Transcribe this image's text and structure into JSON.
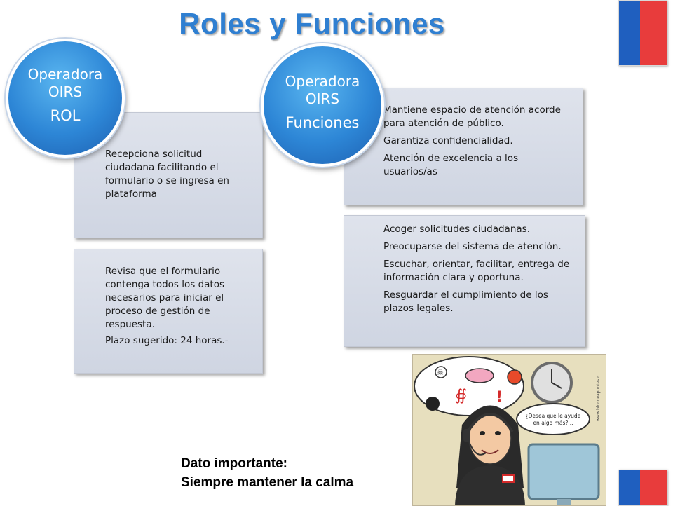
{
  "title": "Roles y Funciones",
  "rol": {
    "circle_line1": "Operadora",
    "circle_line2": "OIRS",
    "circle_line3": "ROL",
    "box1_text": "Recepciona solicitud ciudadana facilitando el formulario o se ingresa en plataforma",
    "box2_text": "Revisa que el formulario contenga todos los datos necesarios para iniciar el proceso de gestión de respuesta.",
    "box2_deadline": "Plazo sugerido: 24 horas.-"
  },
  "funciones": {
    "circle_line1": "Operadora",
    "circle_line2": "OIRS",
    "circle_line3": "Funciones",
    "box1_items": [
      "Mantiene espacio de atención acorde para atención de público.",
      "Garantiza confidencialidad.",
      "Atención de excelencia a los usuarios/as"
    ],
    "box2_items": [
      "Acoger solicitudes ciudadanas.",
      "Preocuparse del sistema de atención.",
      "Escuchar, orientar, facilitar, entrega de información clara y oportuna.",
      "Resguardar el cumplimiento de los plazos legales."
    ]
  },
  "illustration": {
    "speech_bubble_line1": "¿Desea que le ayude",
    "speech_bubble_line2": "en algo más?...",
    "side_text": "www.blocdeapuntes.c"
  },
  "note": {
    "line1": "Dato importante:",
    "line2": "Siempre mantener la calma"
  },
  "colors": {
    "title_blue": "#2f7fd1",
    "circle_blue": "#2d86d6",
    "box_bg": "#d7dce7",
    "flag_blue": "#1f5fbf",
    "flag_red": "#e83c3c"
  }
}
